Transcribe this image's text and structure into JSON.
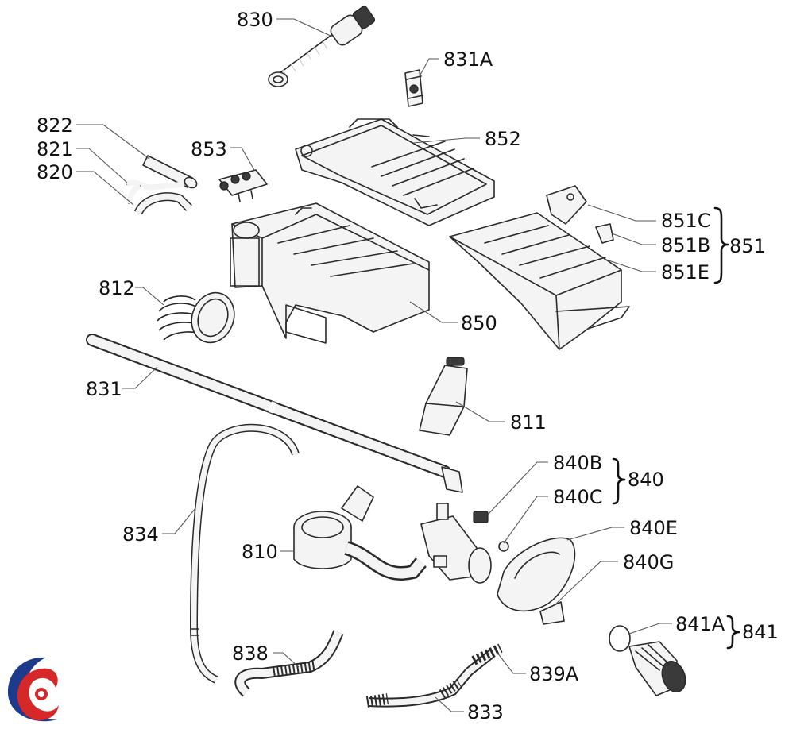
{
  "labels": {
    "p830": "830",
    "p831A": "831A",
    "p822": "822",
    "p821": "821",
    "p820": "820",
    "p853": "853",
    "p852": "852",
    "p851C": "851C",
    "p851B": "851B",
    "p851": "851",
    "p851E": "851E",
    "p812": "812",
    "p850": "850",
    "p831": "831",
    "p811": "811",
    "p840B": "840B",
    "p840": "840",
    "p840C": "840C",
    "p840E": "840E",
    "p834": "834",
    "p810": "810",
    "p840G": "840G",
    "p841A": "841A",
    "p841": "841",
    "p838": "838",
    "p839A": "839A",
    "p833": "833"
  },
  "colors": {
    "logo_blue": "#1e3a8a",
    "logo_red": "#d62828",
    "line": "#2a2a2a"
  }
}
